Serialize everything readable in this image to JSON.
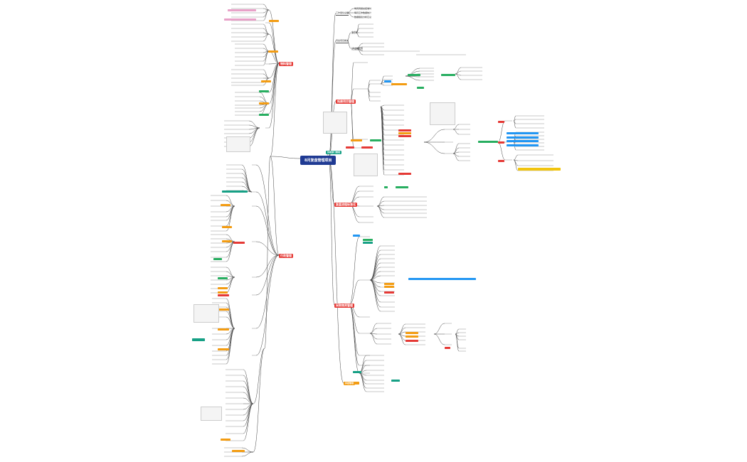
{
  "root": {
    "label": "8月复盘管理项目"
  },
  "colors": {
    "line": "#333333",
    "root": "#1f3a93",
    "red": "#e53935",
    "orange": "#f39c12",
    "green": "#27ae60",
    "teal": "#16a085",
    "blue": "#2196f3",
    "yellow": "#f1c40f",
    "pink": "#e8a1c8"
  },
  "right_branches": [
    {
      "label": "工作量化总结",
      "items": [
        "每周周报总结准时",
        "每月工作数据统计",
        "数据报表分析汇总"
      ]
    },
    {
      "label": "周会项目推进",
      "sub": [
        "安排",
        "进度跟进"
      ]
    },
    {
      "label": "拓展项目管理"
    },
    {
      "label": "协助部门管理"
    },
    {
      "label": "复盘流程标准化"
    },
    {
      "label": "采购物资管理"
    },
    {
      "label": "风控管理"
    }
  ],
  "left_branches": [
    {
      "label": "物料管理",
      "side": "left"
    },
    {
      "label": "行政管理",
      "side": "left"
    }
  ]
}
